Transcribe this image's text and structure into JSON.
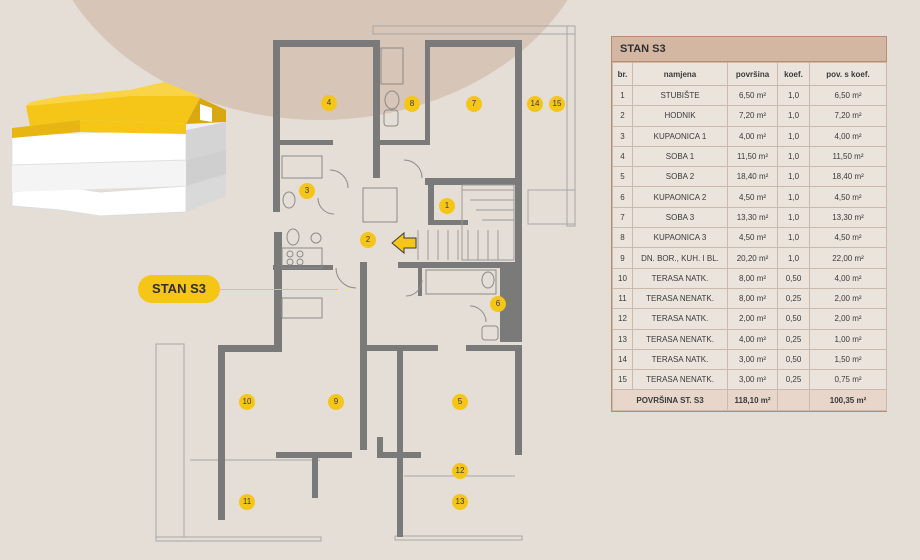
{
  "apartment_label": "STAN S3",
  "room_markers": [
    {
      "num": "1"
    },
    {
      "num": "2"
    },
    {
      "num": "3"
    },
    {
      "num": "4"
    },
    {
      "num": "5"
    },
    {
      "num": "6"
    },
    {
      "num": "7"
    },
    {
      "num": "8"
    },
    {
      "num": "9"
    },
    {
      "num": "10"
    },
    {
      "num": "11"
    },
    {
      "num": "12"
    },
    {
      "num": "13"
    },
    {
      "num": "14"
    },
    {
      "num": "15"
    }
  ],
  "table": {
    "title": "STAN S3",
    "headers": [
      "br.",
      "namjena",
      "površina",
      "koef.",
      "pov. s koef."
    ],
    "rows": [
      [
        "1",
        "STUBIŠTE",
        "6,50 m²",
        "1,0",
        "6,50 m²"
      ],
      [
        "2",
        "HODNIK",
        "7,20 m²",
        "1,0",
        "7,20 m²"
      ],
      [
        "3",
        "KUPAONICA 1",
        "4,00 m²",
        "1,0",
        "4,00 m²"
      ],
      [
        "4",
        "SOBA 1",
        "11,50 m²",
        "1,0",
        "11,50 m²"
      ],
      [
        "5",
        "SOBA 2",
        "18,40 m²",
        "1,0",
        "18,40 m²"
      ],
      [
        "6",
        "KUPAONICA 2",
        "4,50 m²",
        "1,0",
        "4,50 m²"
      ],
      [
        "7",
        "SOBA 3",
        "13,30 m²",
        "1,0",
        "13,30 m²"
      ],
      [
        "8",
        "KUPAONICA 3",
        "4,50 m²",
        "1,0",
        "4,50 m²"
      ],
      [
        "9",
        "DN. BOR., KUH. I BL.",
        "20,20 m²",
        "1,0",
        "22,00 m²"
      ],
      [
        "10",
        "TERASA NATK.",
        "8,00 m²",
        "0,50",
        "4,00 m²"
      ],
      [
        "11",
        "TERASA NENATK.",
        "8,00 m²",
        "0,25",
        "2,00 m²"
      ],
      [
        "12",
        "TERASA NATK.",
        "2,00 m²",
        "0,50",
        "2,00 m²"
      ],
      [
        "13",
        "TERASA NENATK.",
        "4,00 m²",
        "0,25",
        "1,00 m²"
      ],
      [
        "14",
        "TERASA NATK.",
        "3,00 m²",
        "0,50",
        "1,50 m²"
      ],
      [
        "15",
        "TERASA NENATK.",
        "3,00 m²",
        "0,25",
        "0,75 m²"
      ]
    ],
    "total": {
      "label": "POVRŠINA ST. S3",
      "area": "118,10 m²",
      "weighted": "100,35 m²"
    }
  },
  "colors": {
    "accent": "#f5c518",
    "wall": "#6f6f6f",
    "table_header": "#d4b7a2",
    "background": "#e5ded6"
  }
}
